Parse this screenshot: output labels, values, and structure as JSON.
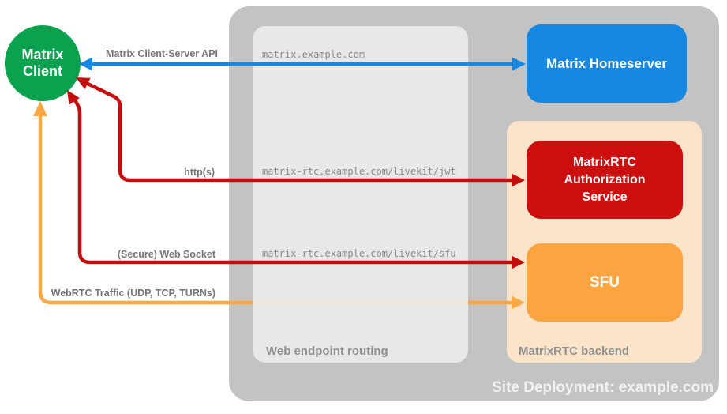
{
  "diagram_title": "Site Deployment: example.com",
  "client": {
    "line1": "Matrix",
    "line2": "Client"
  },
  "homeserver": {
    "label": "Matrix Homeserver"
  },
  "auth_service": {
    "line1": "MatrixRTC",
    "line2": "Authorization",
    "line3": "Service"
  },
  "sfu": {
    "label": "SFU"
  },
  "routing_box": {
    "caption": "Web endpoint routing"
  },
  "backend_box": {
    "caption": "MatrixRTC backend"
  },
  "container": {
    "caption": "Site Deployment: example.com"
  },
  "arrows": {
    "client_server_api": {
      "label": "Matrix Client-Server API",
      "endpoint": "matrix.example.com",
      "color": "#1688e1",
      "from": "Matrix Client",
      "to": "Matrix Homeserver",
      "bidirectional": true
    },
    "http": {
      "label": "http(s)",
      "endpoint": "matrix-rtc.example.com/livekit/jwt",
      "color": "#c40d0d",
      "from": "Matrix Client",
      "to": "MatrixRTC Authorization Service",
      "bidirectional": true
    },
    "websocket": {
      "label": "(Secure) Web Socket",
      "endpoint": "matrix-rtc.example.com/livekit/sfu",
      "color": "#c40d0d",
      "from": "Matrix Client",
      "to": "SFU",
      "bidirectional": true
    },
    "webrtc": {
      "label": "WebRTC Traffic (UDP, TCP, TURNs)",
      "color": "#f9a843",
      "from": "Matrix Client",
      "to": "SFU",
      "bidirectional": true
    }
  },
  "colors": {
    "client_green": "#0aa24e",
    "homeserver_blue": "#1688e1",
    "auth_red": "#cb0e0e",
    "sfu_orange": "#fca440",
    "backend_peach": "#fbe4ca",
    "container_gray": "#c3c3c3",
    "routing_gray": "#eeeeee",
    "label_gray": "#757575",
    "caption_gray": "#909090"
  }
}
